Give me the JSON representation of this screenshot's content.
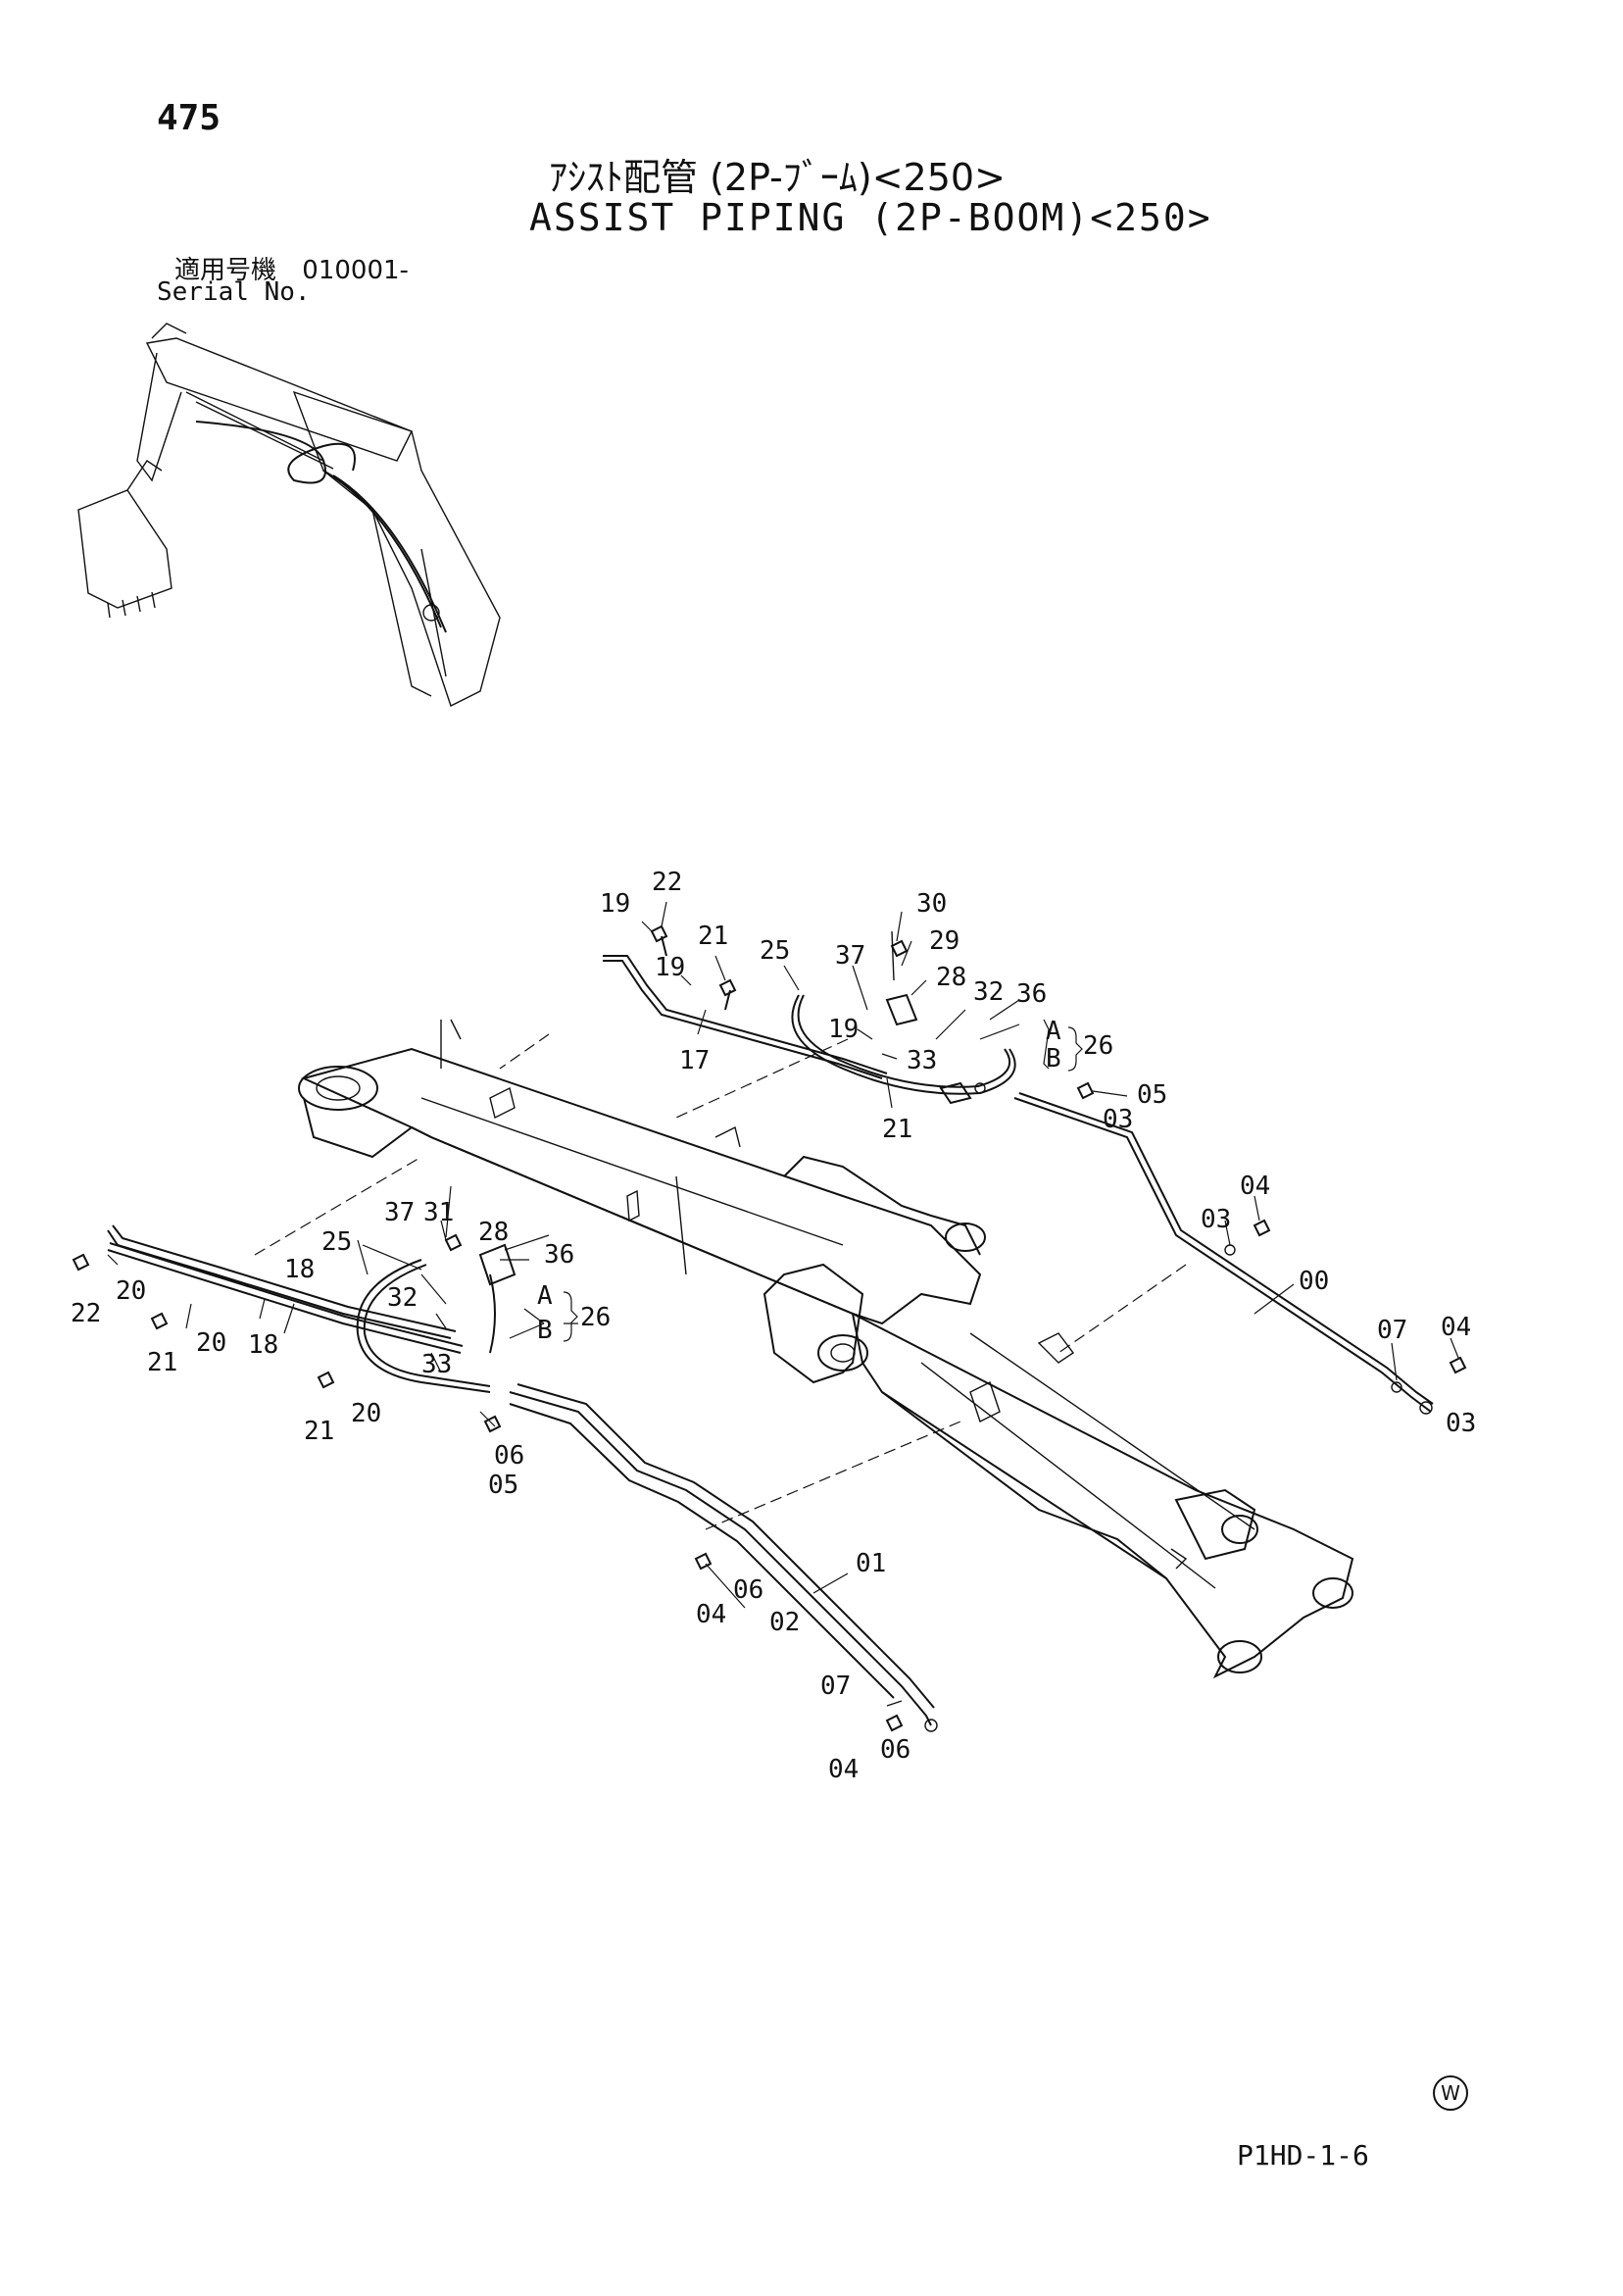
{
  "page_number": "475",
  "title_jp": "ｱｼｽﾄ配管 (2P-ﾌﾞｰﾑ)<250>",
  "title_en": "ASSIST PIPING (2P-BOOM)<250>",
  "serial": {
    "label_jp": "適用号機",
    "label_en": "Serial No.",
    "range": "010001-"
  },
  "footer_code": "P1HD-1-6",
  "watermark_symbol": "W",
  "callouts": [
    {
      "id": "c22a",
      "text": "22"
    },
    {
      "id": "c19a",
      "text": "19"
    },
    {
      "id": "c21a",
      "text": "21"
    },
    {
      "id": "c19b",
      "text": "19"
    },
    {
      "id": "c17",
      "text": "17"
    },
    {
      "id": "c25a",
      "text": "25"
    },
    {
      "id": "c37a",
      "text": "37"
    },
    {
      "id": "c30",
      "text": "30"
    },
    {
      "id": "c29",
      "text": "29"
    },
    {
      "id": "c28a",
      "text": "28"
    },
    {
      "id": "c32a",
      "text": "32"
    },
    {
      "id": "c36a",
      "text": "36"
    },
    {
      "id": "cAa",
      "text": "A"
    },
    {
      "id": "cBa",
      "text": "B"
    },
    {
      "id": "c26a",
      "text": "26"
    },
    {
      "id": "c19c",
      "text": "19"
    },
    {
      "id": "c33a",
      "text": "33"
    },
    {
      "id": "c21b",
      "text": "21"
    },
    {
      "id": "c05a",
      "text": "05"
    },
    {
      "id": "c03a",
      "text": "03"
    },
    {
      "id": "c04a",
      "text": "04"
    },
    {
      "id": "c03b",
      "text": "03"
    },
    {
      "id": "c00",
      "text": "00"
    },
    {
      "id": "c07a",
      "text": "07"
    },
    {
      "id": "c04b",
      "text": "04"
    },
    {
      "id": "c03c",
      "text": "03"
    },
    {
      "id": "c37b",
      "text": "37"
    },
    {
      "id": "c31",
      "text": "31"
    },
    {
      "id": "c28b",
      "text": "28"
    },
    {
      "id": "c25b",
      "text": "25"
    },
    {
      "id": "c36b",
      "text": "36"
    },
    {
      "id": "c18a",
      "text": "18"
    },
    {
      "id": "c32b",
      "text": "32"
    },
    {
      "id": "cAb",
      "text": "A"
    },
    {
      "id": "cBb",
      "text": "B"
    },
    {
      "id": "c26b",
      "text": "26"
    },
    {
      "id": "c20a",
      "text": "20"
    },
    {
      "id": "c22b",
      "text": "22"
    },
    {
      "id": "c20b",
      "text": "20"
    },
    {
      "id": "c18b",
      "text": "18"
    },
    {
      "id": "c21c",
      "text": "21"
    },
    {
      "id": "c33b",
      "text": "33"
    },
    {
      "id": "c20c",
      "text": "20"
    },
    {
      "id": "c21d",
      "text": "21"
    },
    {
      "id": "c06a",
      "text": "06"
    },
    {
      "id": "c05b",
      "text": "05"
    },
    {
      "id": "c01",
      "text": "01"
    },
    {
      "id": "c06b",
      "text": "06"
    },
    {
      "id": "c04c",
      "text": "04"
    },
    {
      "id": "c02",
      "text": "02"
    },
    {
      "id": "c07b",
      "text": "07"
    },
    {
      "id": "c06c",
      "text": "06"
    },
    {
      "id": "c04d",
      "text": "04"
    }
  ]
}
